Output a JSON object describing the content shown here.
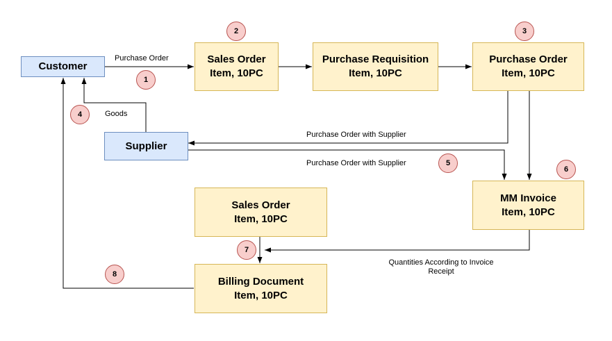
{
  "nodes": {
    "customer": "Customer",
    "supplier": "Supplier",
    "sales_order_top": {
      "line1": "Sales Order",
      "line2": "Item, 10PC"
    },
    "purchase_requisition": {
      "line1": "Purchase Requisition",
      "line2": "Item, 10PC"
    },
    "purchase_order": {
      "line1": "Purchase Order",
      "line2": "Item, 10PC"
    },
    "mm_invoice": {
      "line1": "MM Invoice",
      "line2": "Item, 10PC"
    },
    "sales_order_bottom": {
      "line1": "Sales Order",
      "line2": "Item, 10PC"
    },
    "billing_document": {
      "line1": "Billing Document",
      "line2": "Item, 10PC"
    }
  },
  "edge_labels": {
    "purchase_order": "Purchase Order",
    "goods": "Goods",
    "po_with_supplier_1": "Purchase Order with Supplier",
    "po_with_supplier_2": "Purchase Order with Supplier",
    "quantities_line1": "Quantities According to Invoice",
    "quantities_line2": "Receipt"
  },
  "steps": [
    "1",
    "2",
    "3",
    "4",
    "5",
    "6",
    "7",
    "8"
  ],
  "colors": {
    "yellow_fill": "#fff2cc",
    "yellow_stroke": "#d6b656",
    "blue_fill": "#dae8fc",
    "blue_stroke": "#6c8ebf",
    "badge_fill": "#f8cecc",
    "badge_stroke": "#b85450",
    "edge": "#000000"
  }
}
